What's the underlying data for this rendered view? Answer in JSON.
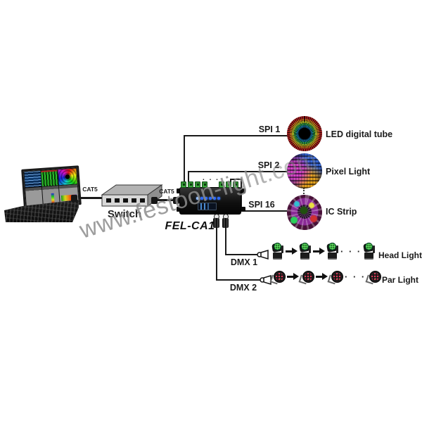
{
  "watermark": {
    "text": "www.festoon-light.com",
    "color": "#8c8c8c"
  },
  "network": {
    "cat5_links": [
      {
        "label": "CAT5"
      },
      {
        "label": "CAT5"
      }
    ],
    "switch": {
      "label": "Switch"
    }
  },
  "controller": {
    "model": "FEL-CA1",
    "ports_ellipsis": ". . ."
  },
  "spi_outputs": [
    {
      "port": "SPI 1",
      "device": "LED digital tube",
      "icon": "led-digital-tube-photo"
    },
    {
      "port": "SPI 2",
      "device": "Pixel Light",
      "icon": "pixel-light-photo"
    },
    {
      "port": "SPI 16",
      "device": "IC Strip",
      "icon": "ic-strip-photo"
    }
  ],
  "dmx_outputs": [
    {
      "port": "DMX 1",
      "device": "Head Light",
      "fixture": "moving-head",
      "more": "· · ·"
    },
    {
      "port": "DMX 2",
      "device": "Par Light",
      "fixture": "par-can",
      "more": "· · ·"
    }
  ],
  "colors": {
    "wire": "#1a1a1a",
    "terminal_green": "#3fae3f",
    "led_blue": "#2f6bff",
    "watermark_gray": "#8c8c8c"
  }
}
